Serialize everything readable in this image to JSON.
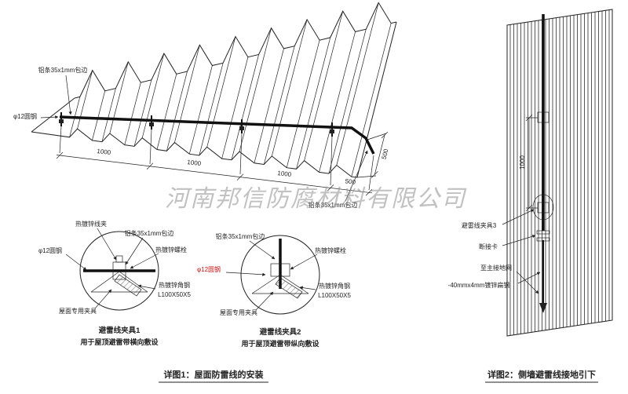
{
  "watermark": "河南邦信防腐材料有限公司",
  "roof": {
    "label_alu_top": "铝条35x1mm包边",
    "label_alu_right": "铝条35x1mm包边",
    "label_round_steel": "φ12圆钢",
    "dim_1000_a": "1000",
    "dim_1000_b": "1000",
    "dim_1000_c": "1000",
    "dim_500": "500",
    "dim_500_slope": "500"
  },
  "detail1": {
    "title": "避雷线夹具1",
    "subtitle": "用于屋顶避雷带横向敷设",
    "label_wire_clip": "热镀锌线夹",
    "label_alu": "铝条35x1mm包边",
    "label_bolt": "热镀锌螺栓",
    "label_round_steel": "φ12圆钢",
    "label_angle_steel": "热镀锌角钢",
    "label_angle_size": "L100X50X5",
    "label_roof_clamp": "屋面专用夹具"
  },
  "detail2": {
    "title": "避雷线夹具2",
    "subtitle": "用于屋顶避雷带纵向敷设",
    "label_alu": "铝条35x1mm包边",
    "label_bolt": "热镀锌螺栓",
    "label_round_steel": "φ12圆钢",
    "label_angle_steel": "热镀锌角钢",
    "label_angle_size": "L100X50X5",
    "label_roof_clamp": "屋面专用夹具"
  },
  "wall": {
    "dim_1000": "1000",
    "label_clamp3": "避雷线夹具3",
    "label_disconnect": "断接卡",
    "label_to_ground": "至主接地网",
    "label_flat_steel": "-40mmx4mm镀锌扁钢"
  },
  "captions": {
    "fig1": "详图1：屋面防雷线的安装",
    "fig2": "详图2：侧墙避雷线接地引下"
  },
  "colors": {
    "line": "#222222",
    "red": "#cc1111",
    "watermark": "#8f8f8f"
  }
}
